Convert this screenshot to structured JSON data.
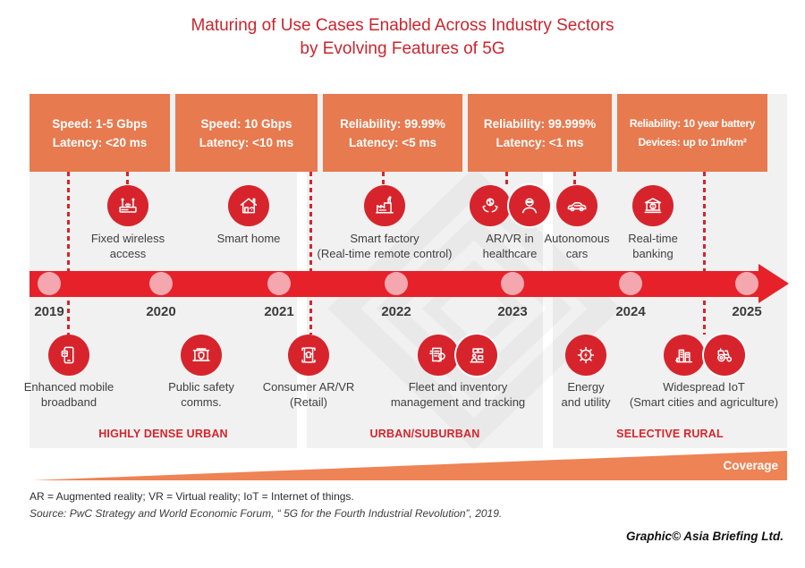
{
  "title": "Maturing of Use Cases Enabled Across Industry Sectors\nby Evolving Features of 5G",
  "feature_boxes": [
    {
      "text": "Speed: 1-5 Gbps\nLatency: <20 ms"
    },
    {
      "text": "Speed: 10 Gbps\nLatency: <10 ms"
    },
    {
      "text": "Reliability: 99.99%\nLatency: <5 ms"
    },
    {
      "text": "Reliability: 99.999%\nLatency: <1 ms"
    },
    {
      "text": "Reliability: 10 year battery\nDevices: up to 1m/km²"
    }
  ],
  "years": [
    "2019",
    "2020",
    "2021",
    "2022",
    "2023",
    "2024",
    "2025"
  ],
  "use_cases_above": [
    {
      "label": "Fixed wireless\naccess",
      "icons": [
        "wifi-router-icon"
      ]
    },
    {
      "label": "Smart home",
      "icons": [
        "smart-home-icon"
      ]
    },
    {
      "label": "Smart factory\n(Real-time remote control)",
      "icons": [
        "factory-icon"
      ]
    },
    {
      "label": "AR/VR in\nhealthcare",
      "icons": [
        "hands-brain-icon",
        "vr-headset-person-icon"
      ]
    },
    {
      "label": "Autonomous\ncars",
      "icons": [
        "car-icon"
      ]
    },
    {
      "label": "Real-time\nbanking",
      "icons": [
        "bank-dollar-icon"
      ]
    }
  ],
  "use_cases_below": [
    {
      "label": "Enhanced mobile\nbroadband",
      "icons": [
        "smartphone-wifi-icon"
      ]
    },
    {
      "label": "Public safety\ncomms.",
      "icons": [
        "shield-building-icon"
      ]
    },
    {
      "label": "Consumer AR/VR\n(Retail)",
      "icons": [
        "phone-shirt-icon"
      ]
    },
    {
      "label": "Fleet and inventory\nmanagement and tracking",
      "icons": [
        "document-magnifier-icon",
        "person-boxes-icon"
      ]
    },
    {
      "label": "Energy\nand utility",
      "icons": [
        "gear-bolt-icon"
      ]
    },
    {
      "label": "Widespread IoT\n(Smart cities and agriculture)",
      "icons": [
        "city-circuit-icon",
        "tractor-icon"
      ]
    }
  ],
  "sectors": [
    "HIGHLY DENSE URBAN",
    "URBAN/SUBURBAN",
    "SELECTIVE RURAL"
  ],
  "coverage": {
    "label": "Coverage"
  },
  "footer": {
    "abbreviations": "AR = Augmented reality; VR = Virtual reality; IoT = Internet of things.",
    "source": "Source: PwC Strategy and World Economic Forum, “ 5G for the Fourth Industrial Revolution”, 2019.",
    "credit": "Graphic© Asia Briefing Ltd."
  },
  "colors": {
    "title_red": "#C9262E",
    "accent_red": "#D7242C",
    "timeline_red": "#E6212A",
    "dot_pink": "#F4A7AE",
    "box_orange": "#E77A4F",
    "wedge_orange": "#EE8355",
    "panel_gray": "#F1F1F1"
  }
}
